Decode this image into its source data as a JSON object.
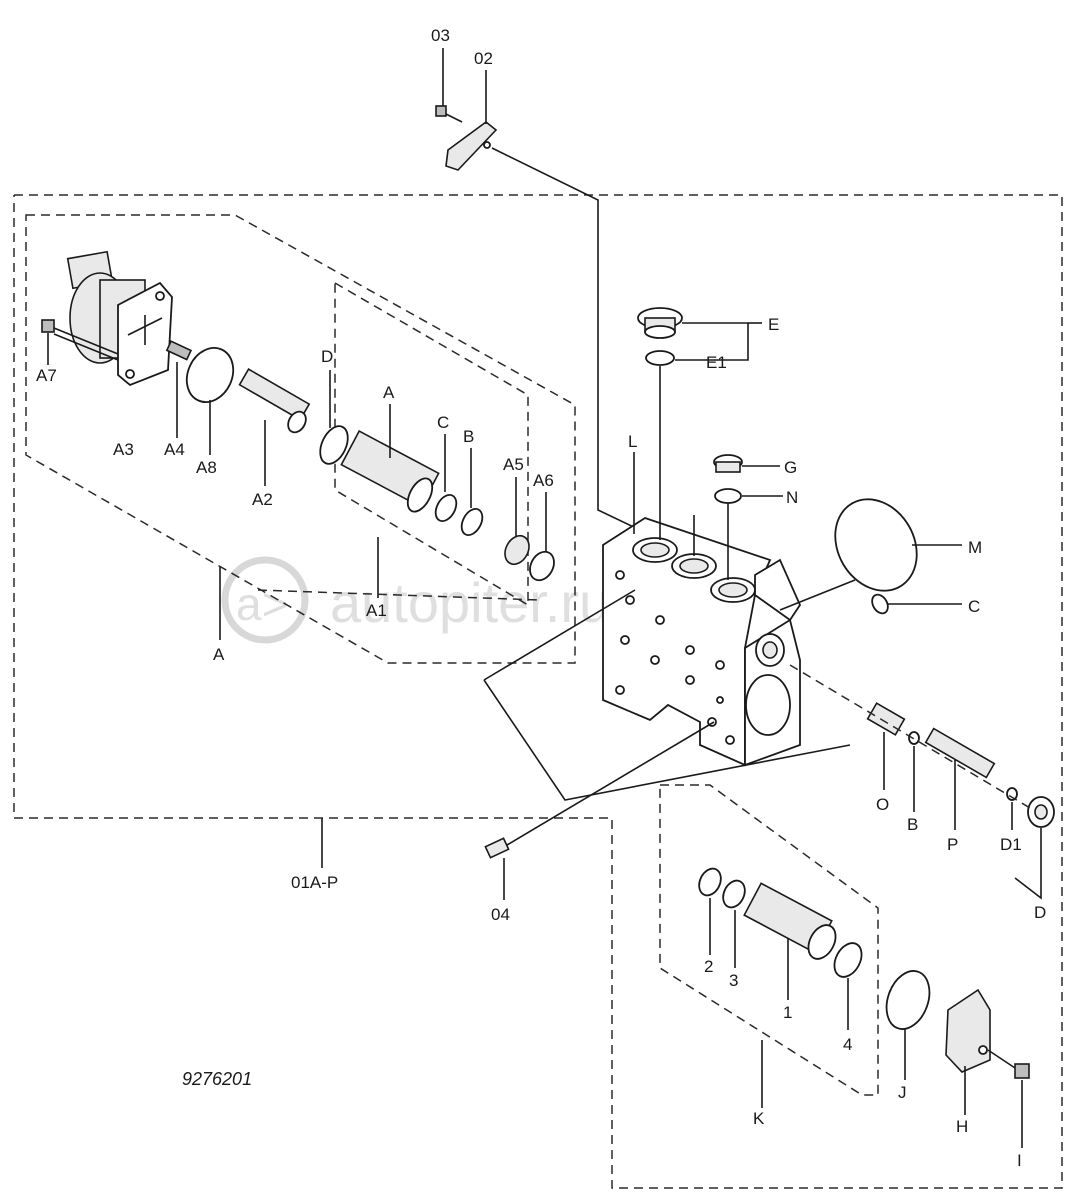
{
  "drawing_number": "9276201",
  "watermark": {
    "logo": "a>",
    "text": "autopiter.ru"
  },
  "labels": {
    "l03": "03",
    "l02": "02",
    "l04": "04",
    "l01AP": "01A-P",
    "A7": "A7",
    "A3": "A3",
    "A4": "A4",
    "A8": "A8",
    "A2": "A2",
    "D_top": "D",
    "A_top": "A",
    "C_top": "C",
    "B_top": "B",
    "A5": "A5",
    "A6": "A6",
    "A1": "A1",
    "A_group": "A",
    "E": "E",
    "E1": "E1",
    "L": "L",
    "G": "G",
    "N": "N",
    "M": "M",
    "C_right": "C",
    "O": "O",
    "B_right": "B",
    "P": "P",
    "D1": "D1",
    "D_right": "D",
    "l2": "2",
    "l3": "3",
    "l1": "1",
    "l4": "4",
    "J": "J",
    "H": "H",
    "I": "I",
    "K": "K"
  }
}
